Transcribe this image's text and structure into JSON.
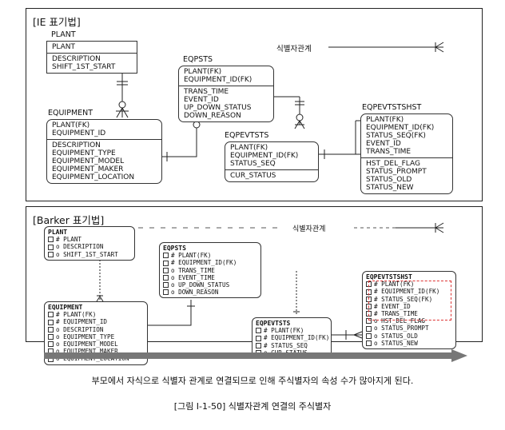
{
  "ie": {
    "title": "[IE 표기법]",
    "identifying_label": "식별자관계",
    "plant": {
      "name": "PLANT",
      "pk": [
        "PLANT"
      ],
      "attrs": [
        "DESCRIPTION",
        "SHIFT_1ST_START"
      ]
    },
    "equipment": {
      "name": "EQUIPMENT",
      "pk": [
        "PLANT(FK)",
        "EQUIPMENT_ID"
      ],
      "attrs": [
        "DESCRIPTION",
        "EQUIPMENT_TYPE",
        "EQUIPMENT_MODEL",
        "EQUIPMENT_MAKER",
        "EQUIPMENT_LOCATION"
      ]
    },
    "eqpsts": {
      "name": "EQPSTS",
      "pk": [
        "PLANT(FK)",
        "EQUIPMENT_ID(FK)"
      ],
      "attrs": [
        "TRANS_TIME",
        "EVENT_ID",
        "UP_DOWN_STATUS",
        "DOWN_REASON"
      ]
    },
    "eqpevtsts": {
      "name": "EQPEVTSTS",
      "pk": [
        "PLANT(FK)",
        "EQUIPMENT_ID(FK)",
        "STATUS_SEQ"
      ],
      "attrs": [
        "CUR_STATUS"
      ]
    },
    "eqpevtstshst": {
      "name": "EQPEVTSTSHST",
      "pk": [
        "PLANT(FK)",
        "EQUIPMENT_ID(FK)",
        "STATUS_SEQ(FK)",
        "EVENT_ID",
        "TRANS_TIME"
      ],
      "attrs": [
        "HST_DEL_FLAG",
        "STATUS_PROMPT",
        "STATUS_OLD",
        "STATUS_NEW"
      ]
    }
  },
  "barker": {
    "title": "[Barker 표기법]",
    "identifying_label": "식별자관계",
    "plant": {
      "name": "PLANT",
      "rows": [
        "# PLANT",
        "o DESCRIPTION",
        "o SHIFT_1ST_START"
      ]
    },
    "equipment": {
      "name": "EQUIPMENT",
      "rows": [
        "# PLANT(FK)",
        "# EQUIPMENT_ID",
        "o DESCRIPTION",
        "o EQUIPMENT_TYPE",
        "o EQUIPMENT_MODEL",
        "o EQUIPMENT_MAKER",
        "o EQUIPMENT_LOCATION"
      ]
    },
    "eqpsts": {
      "name": "EQPSTS",
      "rows": [
        "# PLANT(FK)",
        "# EQUIPMENT_ID(FK)",
        "o TRANS_TIME",
        "o EVENT_TIME",
        "o UP_DOWN_STATUS",
        "o DOWN_REASON"
      ]
    },
    "eqpevtsts": {
      "name": "EQPEVTSTS",
      "rows": [
        "# PLANT(FK)",
        "# EQUIPMENT_ID(FK)",
        "# STATUS_SEQ",
        "o CUR_STATUS"
      ]
    },
    "eqpevtstshst": {
      "name": "EQPEVTSTSHST",
      "rows": [
        "# PLANT(FK)",
        "# EQUIPMENT_ID(FK)",
        "# STATUS_SEQ(FK)",
        "# EVENT_ID",
        "# TRANS_TIME",
        "o HST_DEL_FLAG",
        "o STATUS_PROMPT",
        "o STATUS_OLD",
        "o STATUS_NEW"
      ]
    }
  },
  "caption": "부모에서 자식으로 식별자 관계로 연결되므로 인해 주식별자의 속성 수가 많아지게 된다.",
  "figure_caption": "[그림 Ⅰ-1-50] 식별자관계 연결의 주식별자",
  "colors": {
    "highlight": "#d33",
    "arrow": "#777777"
  }
}
